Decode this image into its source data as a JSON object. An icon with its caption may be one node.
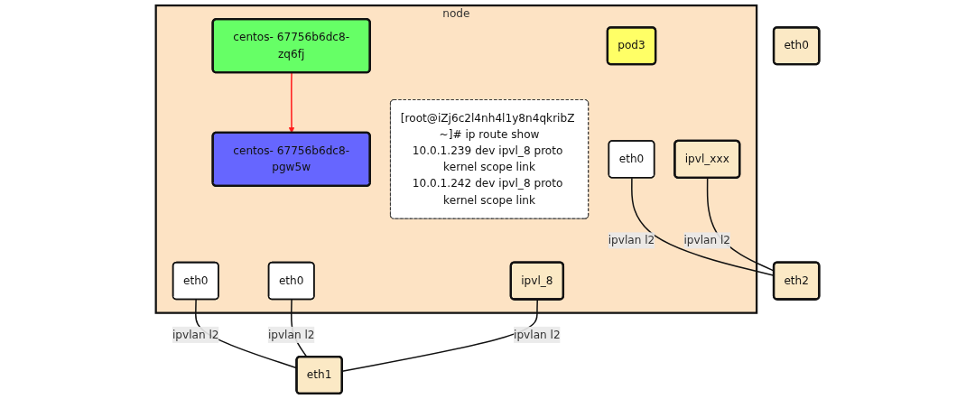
{
  "diagram": {
    "nodes": [
      {
        "text": [
          "node"
        ]
      },
      {
        "text": [
          "centos- 67756b6dc8-zq6fj"
        ],
        "in": 0
      },
      {
        "text": [
          "eth0"
        ],
        "in": 0
      },
      {
        "text": [
          "centos- 67756b6dc8-pgw5w"
        ],
        "in": 0
      },
      {
        "text": [
          "eth0"
        ],
        "in": 0
      },
      {
        "text": [
          "pod3"
        ],
        "in": 0
      },
      {
        "text": [
          "eth0"
        ],
        "in": 0
      },
      {
        "text": [
          "[root@iZj6c2l4nh4l1y8n4qkribZ ~]# ip route show",
          "10.0.1.239 dev ipvl_8 proto kernel scope link",
          "10.0.1.242 dev ipvl_8 proto kernel scope link"
        ],
        "in": 0
      },
      {
        "text": [
          "eth0"
        ]
      },
      {
        "text": [
          "ipvl_8"
        ],
        "in": 0
      },
      {
        "text": [
          "eth1"
        ]
      },
      {
        "text": [
          "ipvl_xxx"
        ],
        "in": 0
      },
      {
        "text": [
          "eth2"
        ]
      }
    ],
    "edges": [
      {
        "from": 2,
        "to": 10,
        "arrow": "none",
        "label": "ipvlan l2"
      },
      {
        "from": 4,
        "to": 10,
        "arrow": "none",
        "label": "ipvlan l2"
      },
      {
        "from": 6,
        "to": 12,
        "arrow": "none",
        "label": "ipvlan l2"
      },
      {
        "from": 9,
        "to": 10,
        "arrow": "none",
        "label": "ipvlan l2"
      },
      {
        "from": 11,
        "to": 12,
        "arrow": "none",
        "label": "ipvlan l2"
      },
      {
        "from": 1,
        "to": 3,
        "arrow": "to",
        "color": "#ff1a1a"
      }
    ]
  }
}
